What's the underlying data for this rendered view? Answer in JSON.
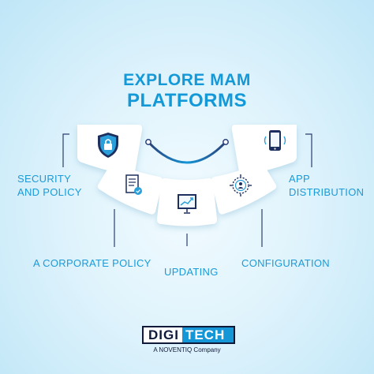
{
  "heading": {
    "line1": "EXPLORE MAM",
    "line2": "PLATFORMS"
  },
  "features": [
    {
      "label": "SECURITY\nAND POLICY",
      "icon": "shield-lock-icon"
    },
    {
      "label": "A CORPORATE POLICY",
      "icon": "document-badge-icon"
    },
    {
      "label": "UPDATING",
      "icon": "presentation-chart-icon"
    },
    {
      "label": "CONFIGURATION",
      "icon": "target-user-icon"
    },
    {
      "label": "APP\nDISTRIBUTION",
      "icon": "mobile-signal-icon"
    }
  ],
  "brand": {
    "part1": "DIGI",
    "part2": "TECH",
    "tagline": "A NOVENTIQ Company"
  },
  "colors": {
    "accent": "#1499d8",
    "dark": "#0f1a3a",
    "background": "#dff3fc"
  }
}
